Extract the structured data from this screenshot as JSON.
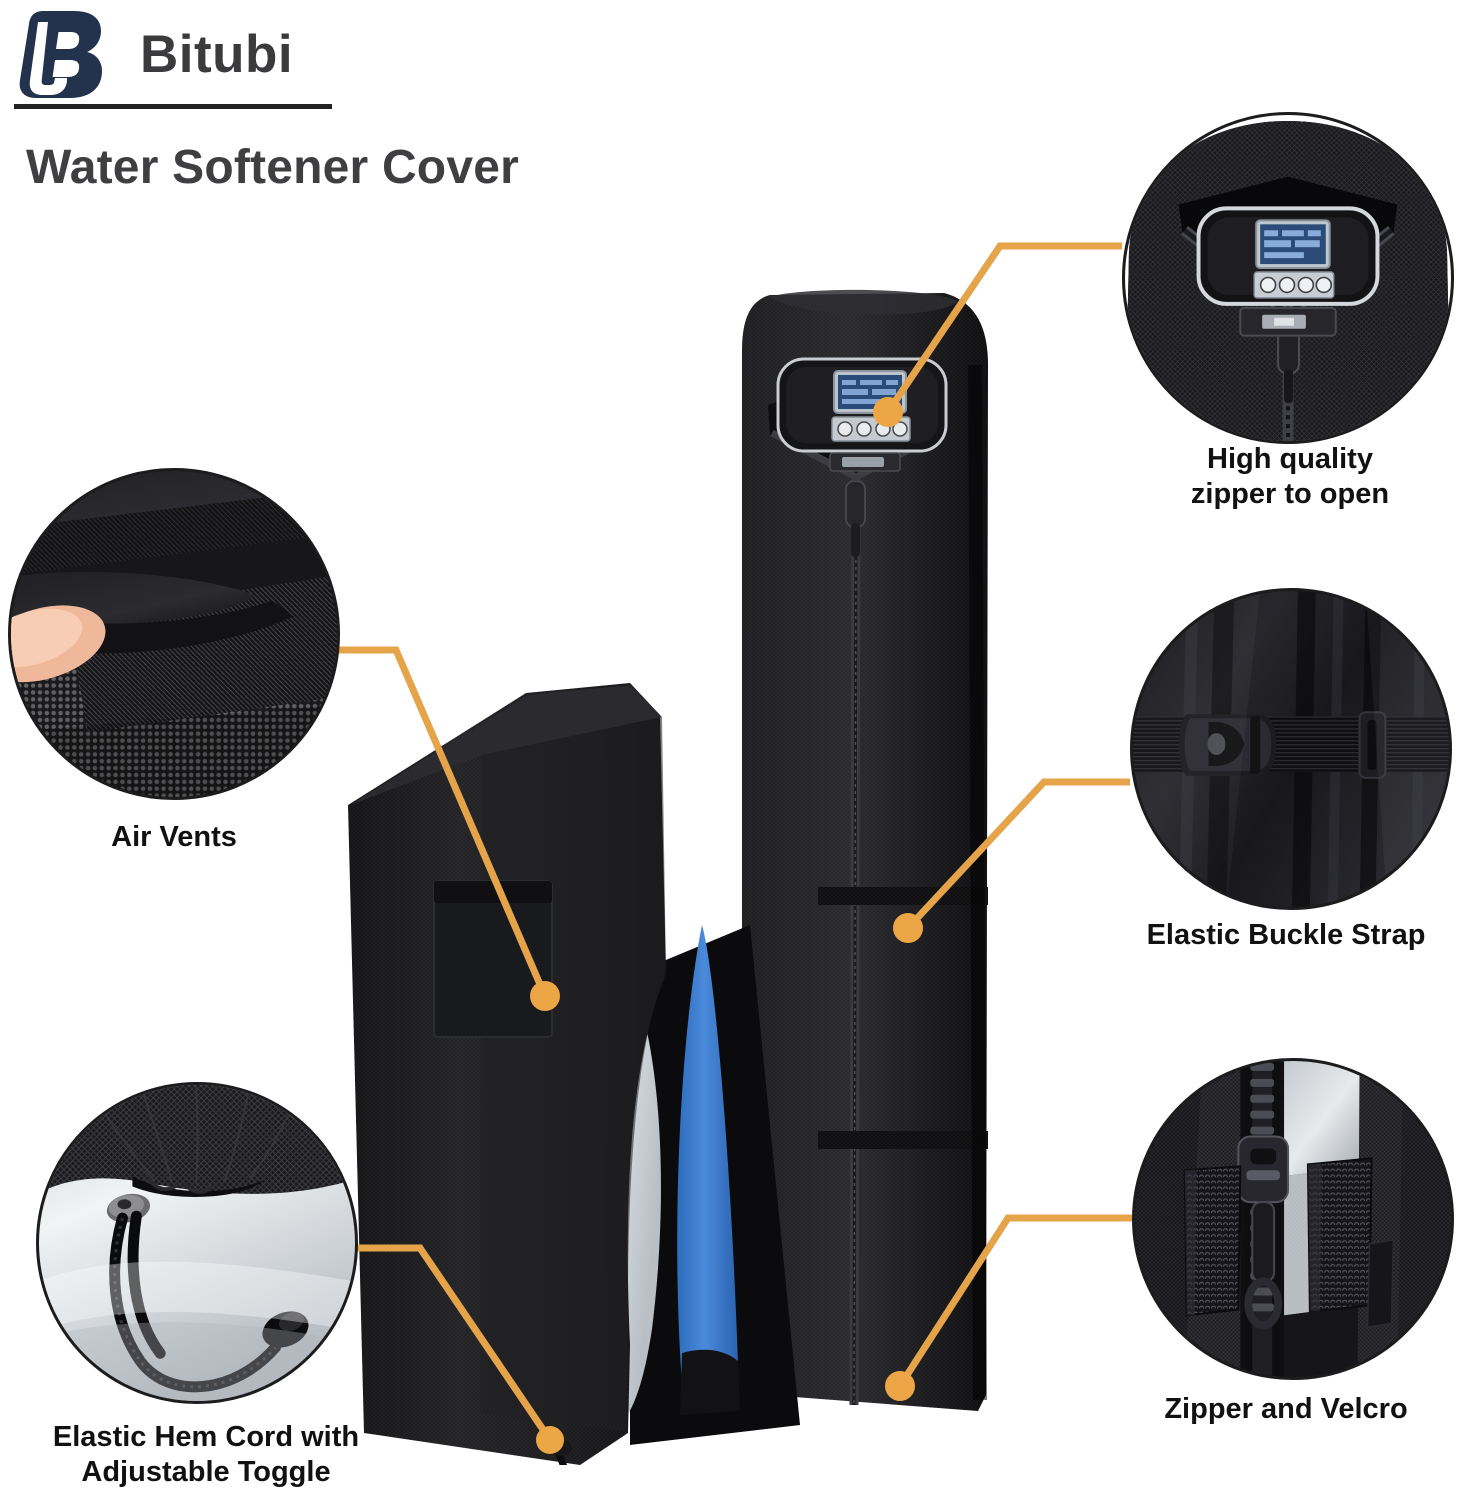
{
  "header": {
    "brand": "Bitubi",
    "logo_icon": "bitubi-logo-icon",
    "subtitle": "Water Softener Cover",
    "brand_color": "#24334d",
    "text_color": "#3f3f41",
    "rule_color": "#232323"
  },
  "theme": {
    "background": "#ffffff",
    "connector_color": "#e5a44a",
    "caption_color": "#111111",
    "cover_black": "#1b1b1d",
    "tank_blue": "#3d7fd1",
    "lining_silver": "#d9dde0"
  },
  "features": [
    {
      "id": "air-vents",
      "caption": "Air Vents",
      "side": "left",
      "inset_icon": "air-vent-mesh-photo",
      "description_visual": "finger lifting flap revealing black breathable mesh vent"
    },
    {
      "id": "elastic-hem-cord",
      "caption": "Elastic Hem Cord with\nAdjustable Toggle",
      "side": "left",
      "inset_icon": "drawstring-toggle-photo",
      "description_visual": "black drawstring cord with toggle on silver lined hem"
    },
    {
      "id": "high-quality-zipper",
      "caption": "High quality\nzipper to open",
      "side": "right",
      "inset_icon": "zipper-control-head-photo",
      "description_visual": "cover unzipped around water softener control head with LCD"
    },
    {
      "id": "elastic-buckle-strap",
      "caption": "Elastic Buckle Strap",
      "side": "right",
      "inset_icon": "buckle-strap-photo",
      "description_visual": "black webbing strap with side-release buckle"
    },
    {
      "id": "zipper-and-velcro",
      "caption": "Zipper and Velcro",
      "side": "right",
      "inset_icon": "zipper-velcro-photo",
      "description_visual": "vertical zipper flanked by two velcro tabs"
    }
  ],
  "product_image": {
    "alt": "Black water softener cover fitted over unit, peeled open to show blue brine tank",
    "parts": {
      "control_panel": "water-softener-control-head",
      "front_zipper": "full-length-front-zipper",
      "side_pocket": "side-pocket",
      "blue_tank": "blue-resin-tank",
      "silver_lining": "silver-pu-lining",
      "bottom_toggle": "hem-cord-toggle",
      "strap_upper": "upper-buckle-strap",
      "strap_lower": "lower-buckle-strap"
    }
  }
}
